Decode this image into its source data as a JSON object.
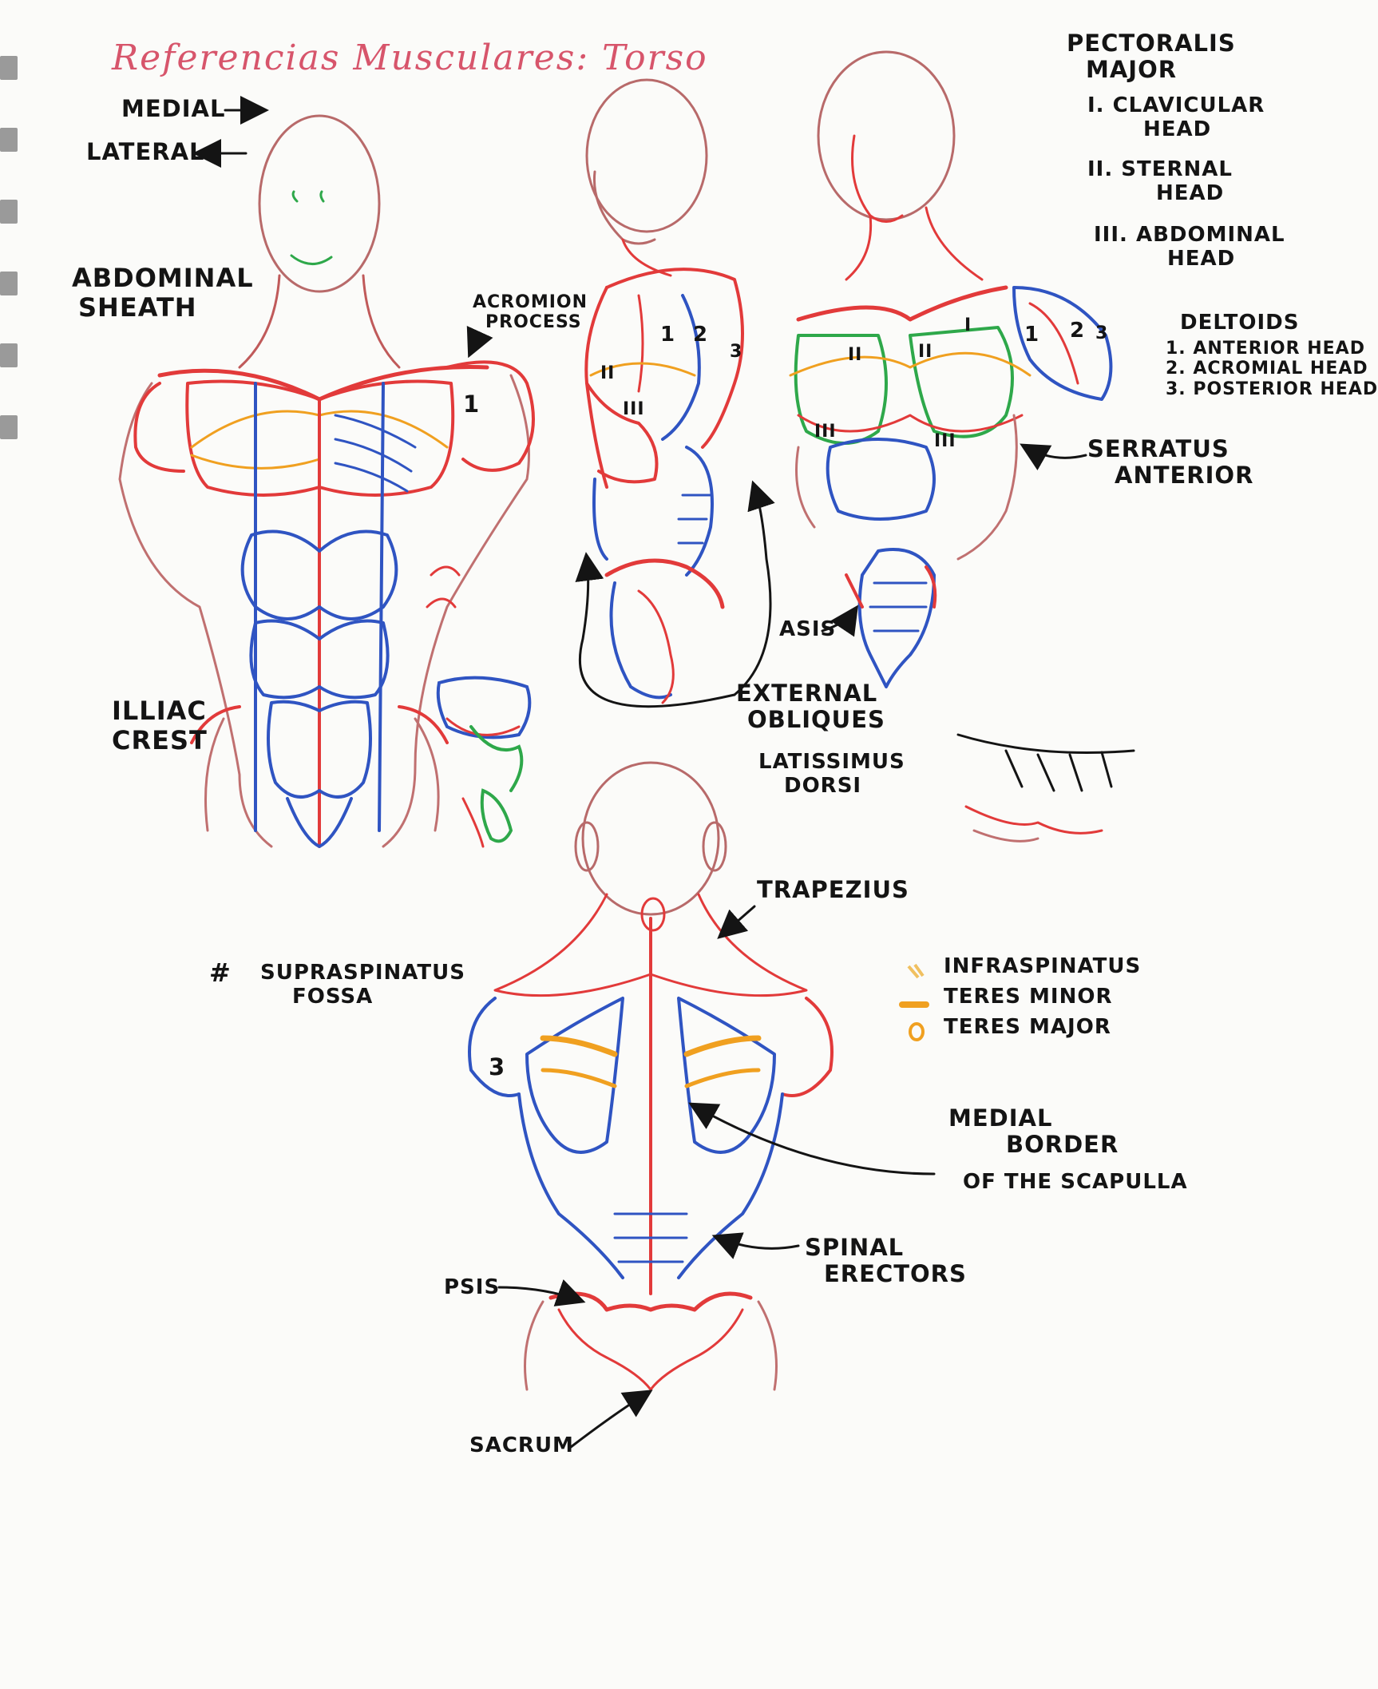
{
  "title": "Referencias Musculares: Torso",
  "directions": {
    "medial": "MEDIAL",
    "lateral": "LATERAL"
  },
  "labels": {
    "abdominal_sheath": [
      "ABDOMINAL",
      "SHEATH"
    ],
    "acromion_process": [
      "ACROMION",
      "PROCESS"
    ],
    "illiac_crest": [
      "ILLIAC",
      "CREST"
    ],
    "pectoralis": [
      "PECTORALIS",
      "MAJOR"
    ],
    "pectoralis_heads": [
      [
        "I. CLAVICULAR",
        "HEAD"
      ],
      [
        "II. STERNAL",
        "HEAD"
      ],
      [
        "III. ABDOMINAL",
        "HEAD"
      ]
    ],
    "deltoids": "DELTOIDS",
    "deltoid_heads": [
      "1. ANTERIOR HEAD",
      "2. ACROMIAL HEAD",
      "3. POSTERIOR HEAD"
    ],
    "serratus_anterior": [
      "SERRATUS",
      "ANTERIOR"
    ],
    "asis": "ASIS",
    "external_obliques": [
      "EXTERNAL",
      "OBLIQUES"
    ],
    "latissimus_dorsi": [
      "LATISSIMUS",
      "DORSI"
    ],
    "trapezius": "TRAPEZIUS",
    "supraspinatus_fossa": [
      "SUPRASPINATUS",
      "FOSSA"
    ],
    "supraspinatus_marker": "#",
    "back_legend": [
      "INFRASPINATUS",
      "TERES MINOR",
      "TERES MAJOR"
    ],
    "medial_border": [
      "MEDIAL",
      "BORDER",
      "OF THE SCAPULLA"
    ],
    "spinal_erectors": [
      "SPINAL",
      "ERECTORS"
    ],
    "psis": "PSIS",
    "sacrum": "SACRUM"
  },
  "figure_numbers": {
    "front_deltoid": "1",
    "side": [
      "1",
      "2",
      "3",
      "II",
      "III"
    ],
    "threequarter": [
      "1",
      "2",
      "3",
      "I",
      "II",
      "II",
      "III",
      "III"
    ],
    "back": "3"
  },
  "colors": {
    "red_pencil": "#d93a3a",
    "blue_pencil": "#2f54c2",
    "orange_pencil": "#f0a020",
    "green_pencil": "#2ea84a",
    "pink_title": "#d7556b",
    "ink": "#141414"
  }
}
